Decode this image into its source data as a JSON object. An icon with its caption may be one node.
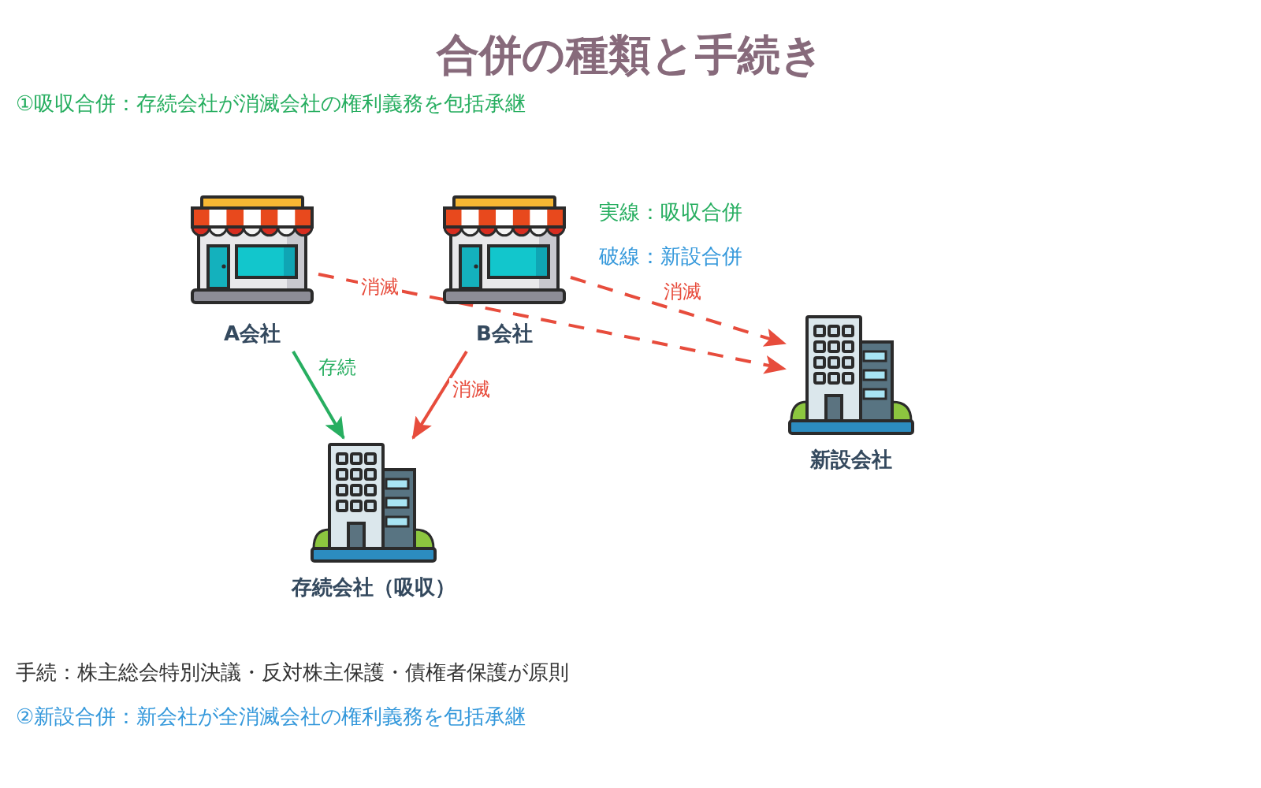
{
  "diagram": {
    "title": "合併の種類と手続き",
    "nodes": [
      {
        "text": [
          "A会社"
        ]
      },
      {
        "text": [
          "B会社"
        ]
      },
      {
        "text": [
          "存続会社（吸収）"
        ]
      },
      {
        "text": [
          "新設会社"
        ]
      }
    ],
    "edges": [
      {
        "from": 0,
        "to": 2,
        "arrow": "to",
        "label": "存続",
        "color": "#27ae60"
      },
      {
        "from": 1,
        "to": 2,
        "arrow": "to",
        "label": "消滅"
      },
      {
        "from": 0,
        "to": 3,
        "arrow": "to",
        "label": "消滅",
        "style": "dashed"
      },
      {
        "from": 1,
        "to": 3,
        "arrow": "to",
        "label": "消滅",
        "style": "dashed"
      }
    ],
    "labels": [
      "①吸収合併：存続会社が消滅会社の権利義務を包括承継",
      "実線：吸収合併",
      "破線：新設合併",
      "手続：株主総会特別決議・反対株主保護・債権者保護が原則",
      "②新設合併：新会社が全消滅会社の権利義務を包括承継"
    ]
  }
}
